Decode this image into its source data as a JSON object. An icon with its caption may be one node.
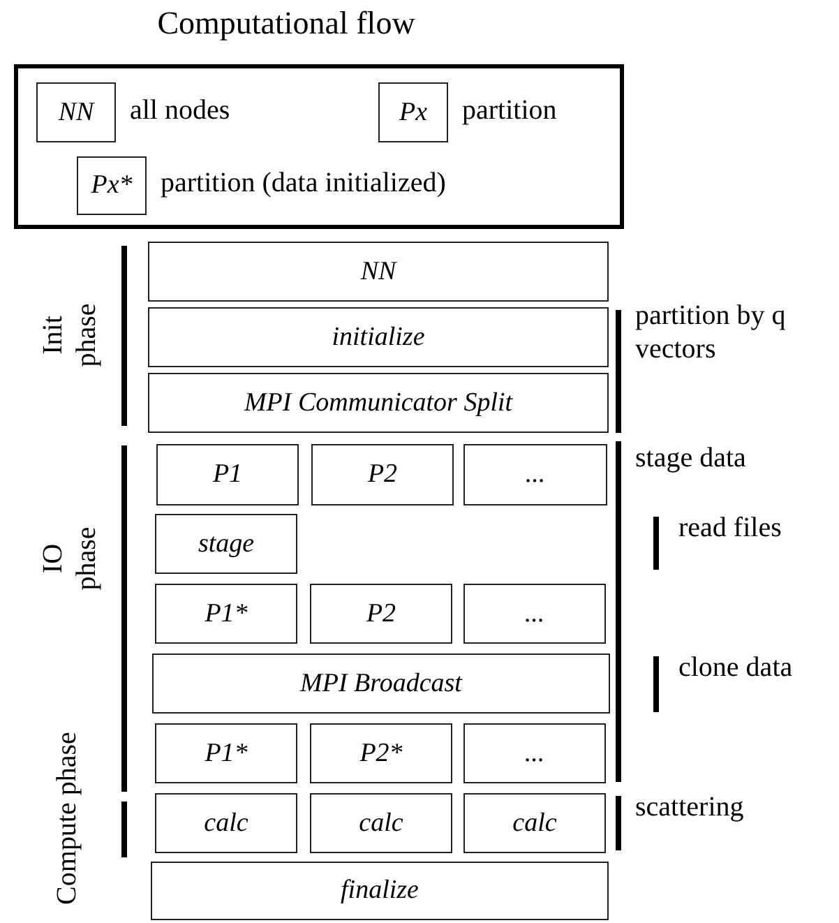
{
  "diagram": {
    "title": "Computational flow",
    "nodes": [
      {
        "text": [],
        "shape": "box"
      },
      {
        "text": [
          "NN"
        ],
        "in": 0,
        "beside": [
          "all nodes"
        ]
      },
      {
        "text": [
          "Px"
        ],
        "in": 0,
        "beside": [
          "partition"
        ]
      },
      {
        "text": [
          "Px*"
        ],
        "in": 0,
        "beside": [
          "partition (data initialized)"
        ]
      },
      {
        "text": [
          "NN"
        ]
      },
      {
        "text": [
          "initialize"
        ]
      },
      {
        "text": [
          "MPI Communicator Split"
        ]
      },
      {
        "text": [
          "P1"
        ]
      },
      {
        "text": [
          "P2"
        ]
      },
      {
        "text": [
          "..."
        ]
      },
      {
        "text": [
          "stage"
        ]
      },
      {
        "text": [
          "P1*"
        ]
      },
      {
        "text": [
          "P2"
        ]
      },
      {
        "text": [
          "..."
        ]
      },
      {
        "text": [
          "MPI Broadcast"
        ]
      },
      {
        "text": [
          "P1*"
        ]
      },
      {
        "text": [
          "P2*"
        ]
      },
      {
        "text": [
          "..."
        ]
      },
      {
        "text": [
          "calc"
        ]
      },
      {
        "text": [
          "calc"
        ]
      },
      {
        "text": [
          "calc"
        ]
      },
      {
        "text": [
          "finalize"
        ]
      }
    ],
    "labels": [
      "Init phase",
      "partition by q vectors",
      "IO phase",
      "stage data",
      "read files",
      "clone data",
      "Compute phase",
      "scattering"
    ]
  }
}
